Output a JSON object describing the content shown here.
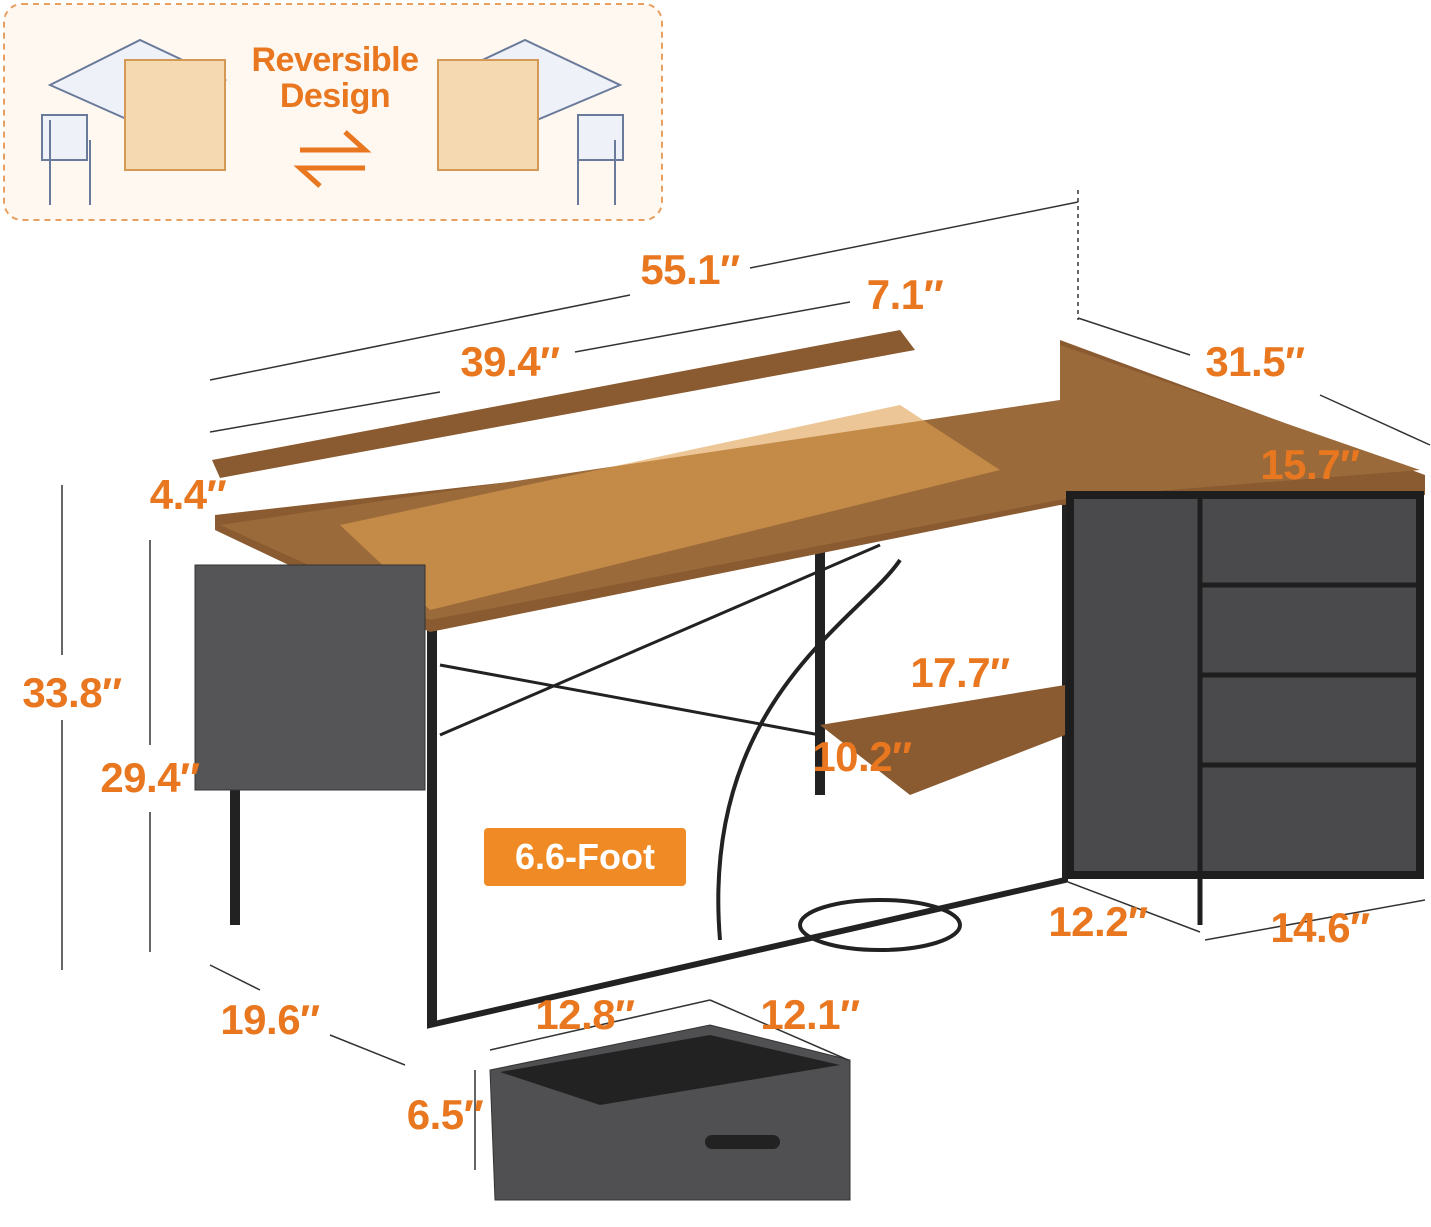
{
  "banner": {
    "line1": "Reversible",
    "line2": "Design"
  },
  "dimensions": {
    "total_width": "55.1″",
    "riser_offset": "7.1″",
    "riser_width": "39.4″",
    "return_length": "31.5″",
    "return_depth": "15.7″",
    "riser_height": "4.4″",
    "total_height": "33.8″",
    "desk_height": "29.4″",
    "shelf_width": "17.7″",
    "shelf_depth": "10.2″",
    "desk_depth": "19.6″",
    "cabinet_depth": "12.2″",
    "cabinet_width": "14.6″",
    "drawer_width": "12.8″",
    "drawer_depth": "12.1″",
    "drawer_height": "6.5″"
  },
  "cord_label": "6.6-Foot",
  "colors": {
    "accent": "#e8771f",
    "wood": "#8a5a30",
    "fabric": "#4a4a4c",
    "frame": "#1e1e1e"
  }
}
